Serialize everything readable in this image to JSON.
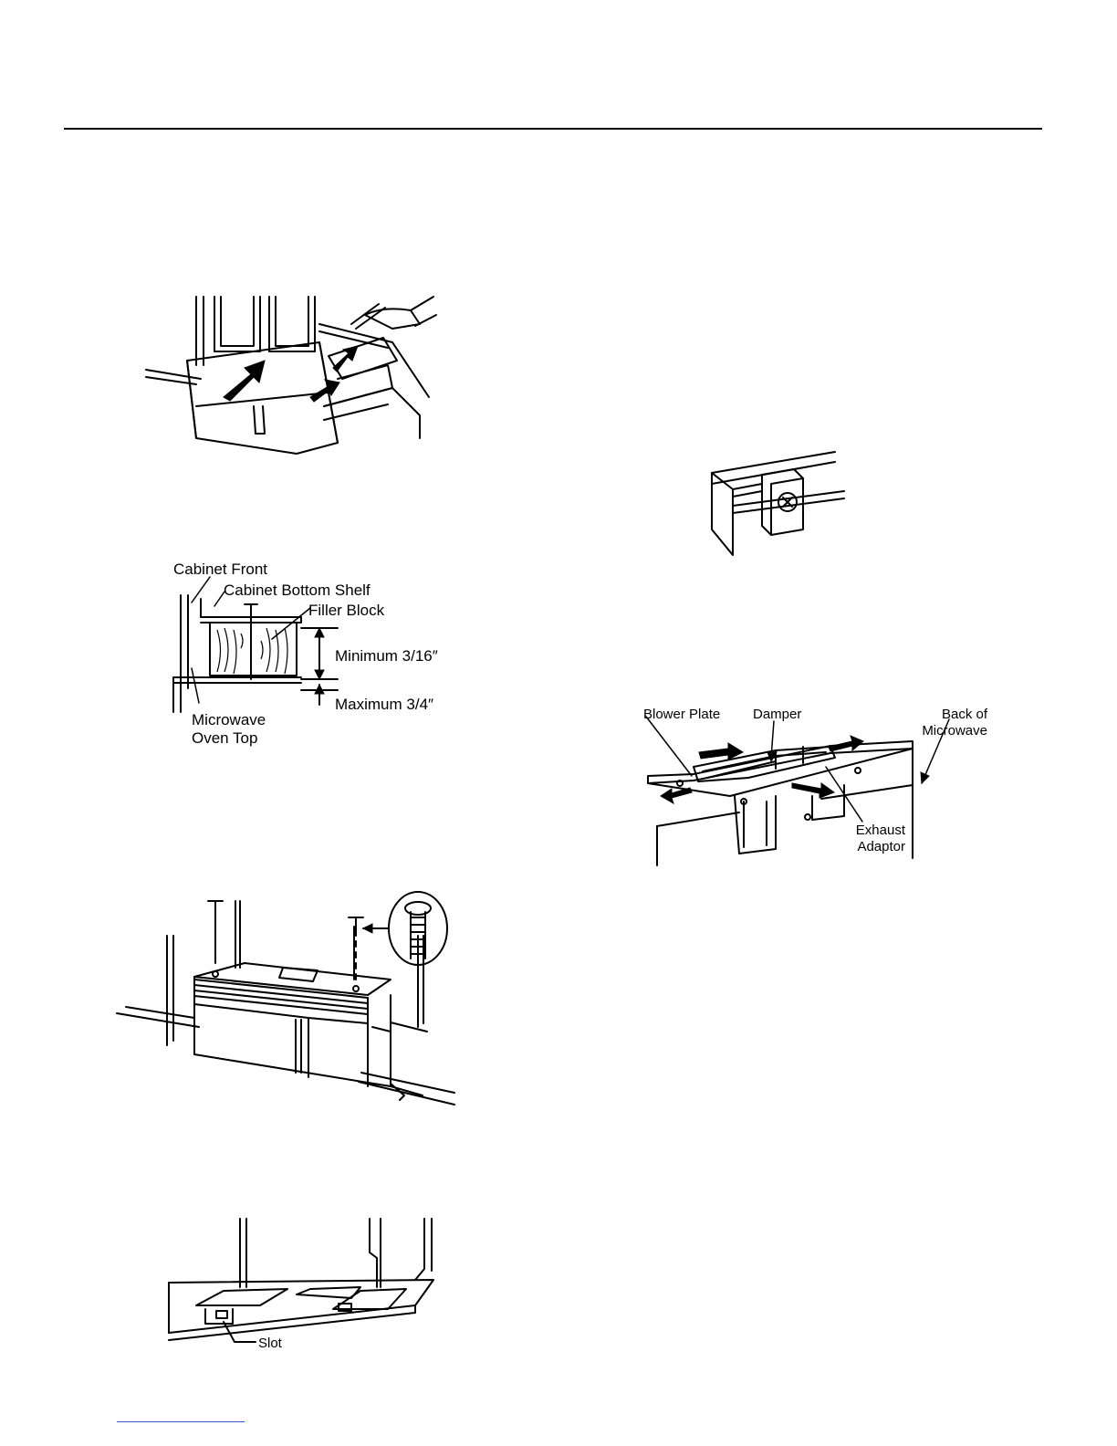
{
  "figures": {
    "filler_block": {
      "labels": {
        "cabinet_front": "Cabinet Front",
        "cabinet_bottom_shelf": "Cabinet Bottom Shelf",
        "filler_block": "Filler Block",
        "minimum": "Minimum 3/16″",
        "maximum": "Maximum 3/4″",
        "microwave": "Microwave",
        "oven_top": "Oven Top"
      }
    },
    "slot": {
      "labels": {
        "slot": "Slot"
      }
    },
    "damper": {
      "labels": {
        "blower_plate": "Blower Plate",
        "damper": "Damper",
        "back_of": "Back of",
        "microwave": "Microwave",
        "exhaust": "Exhaust",
        "adaptor": "Adaptor"
      }
    }
  }
}
